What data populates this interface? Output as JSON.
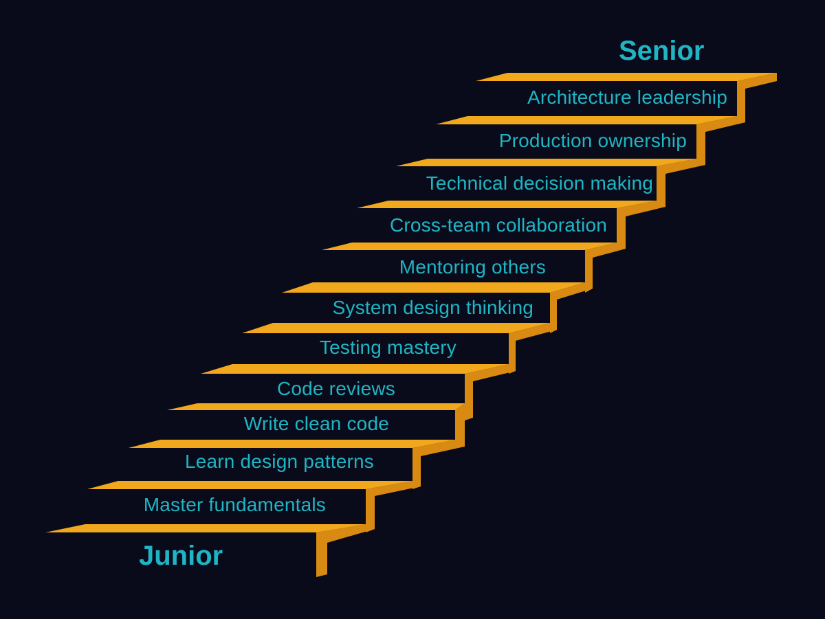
{
  "title_top": "Senior",
  "title_bottom": "Junior",
  "colors": {
    "background": "#0a0b1a",
    "tread": "#f2a81d",
    "riser": "#d98a12",
    "text": "#20b5c4"
  },
  "steps": [
    {
      "label": "Architecture leadership"
    },
    {
      "label": "Production ownership"
    },
    {
      "label": "Technical decision making"
    },
    {
      "label": "Cross-team collaboration"
    },
    {
      "label": "Mentoring others"
    },
    {
      "label": "System design thinking"
    },
    {
      "label": "Testing mastery"
    },
    {
      "label": "Code reviews"
    },
    {
      "label": "Write clean code"
    },
    {
      "label": "Learn design patterns"
    },
    {
      "label": "Master fundamentals"
    }
  ]
}
